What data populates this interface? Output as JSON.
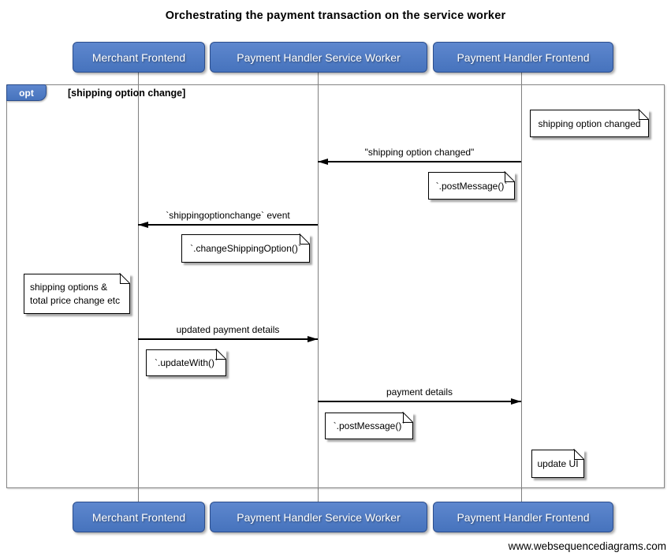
{
  "title": "Orchestrating the payment transaction on the service worker",
  "actors": [
    {
      "label": "Merchant Frontend"
    },
    {
      "label": "Payment Handler Service Worker"
    },
    {
      "label": "Payment Handler Frontend"
    }
  ],
  "fragment": {
    "operator": "opt",
    "condition": "[shipping option change]"
  },
  "messages": [
    {
      "label": "\"shipping option changed\"",
      "from": "Payment Handler Frontend",
      "to": "Payment Handler Service Worker",
      "direction": "left"
    },
    {
      "label": "`shippingoptionchange` event",
      "from": "Payment Handler Service Worker",
      "to": "Merchant Frontend",
      "direction": "left"
    },
    {
      "label": "updated payment details",
      "from": "Merchant Frontend",
      "to": "Payment Handler Service Worker",
      "direction": "right"
    },
    {
      "label": "payment details",
      "from": "Payment Handler Service Worker",
      "to": "Payment Handler Frontend",
      "direction": "right"
    }
  ],
  "notes": [
    {
      "text": "shipping option changed",
      "near": "Payment Handler Frontend"
    },
    {
      "text": "`.postMessage()`",
      "near": "Payment Handler Frontend"
    },
    {
      "text": "`.changeShippingOption()`",
      "near": "Payment Handler Service Worker"
    },
    {
      "lines": [
        "shipping options &",
        "total price change etc"
      ],
      "near": "Merchant Frontend"
    },
    {
      "text": "`.updateWith()`",
      "near": "Merchant Frontend"
    },
    {
      "text": "`.postMessage()`",
      "near": "Payment Handler Service Worker"
    },
    {
      "text": "update UI",
      "near": "Payment Handler Frontend"
    }
  ],
  "watermark": "www.websequencediagrams.com",
  "colors": {
    "actor_fill": "#4d79c4",
    "actor_border": "#2b4d8c",
    "frame_border": "#858585",
    "lifeline": "#7f7f7f",
    "arrow": "#000000",
    "note_fill": "#ffffff"
  }
}
